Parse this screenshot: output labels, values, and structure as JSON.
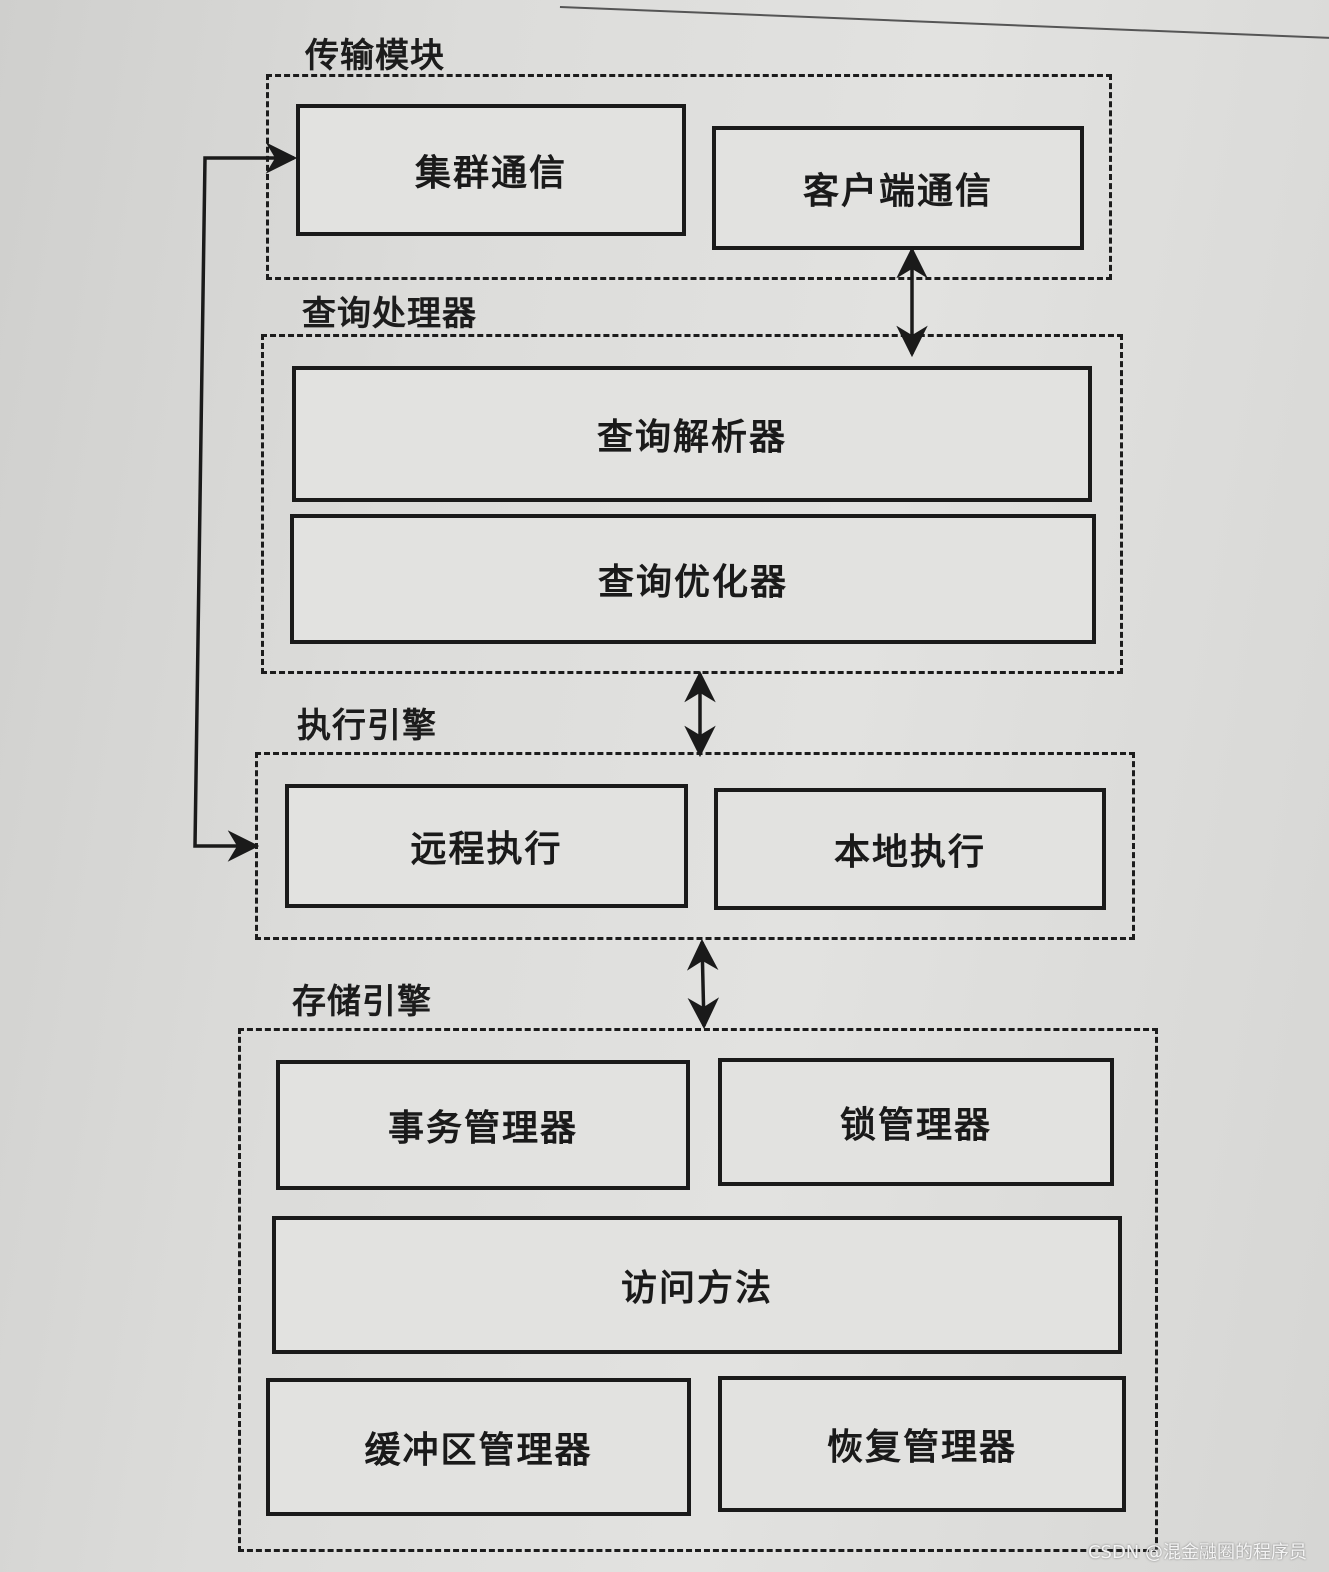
{
  "groups": {
    "transport": {
      "title": "传输模块",
      "boxes": {
        "cluster_comm": "集群通信",
        "client_comm": "客户端通信"
      }
    },
    "query_processor": {
      "title": "查询处理器",
      "boxes": {
        "parser": "查询解析器",
        "optimizer": "查询优化器"
      }
    },
    "execution_engine": {
      "title": "执行引擎",
      "boxes": {
        "remote_exec": "远程执行",
        "local_exec": "本地执行"
      }
    },
    "storage_engine": {
      "title": "存储引擎",
      "boxes": {
        "txn_manager": "事务管理器",
        "lock_manager": "锁管理器",
        "access_methods": "访问方法",
        "buffer_manager": "缓冲区管理器",
        "recovery_manager": "恢复管理器"
      }
    }
  },
  "watermark": "CSDN @混金融圈的程序员"
}
